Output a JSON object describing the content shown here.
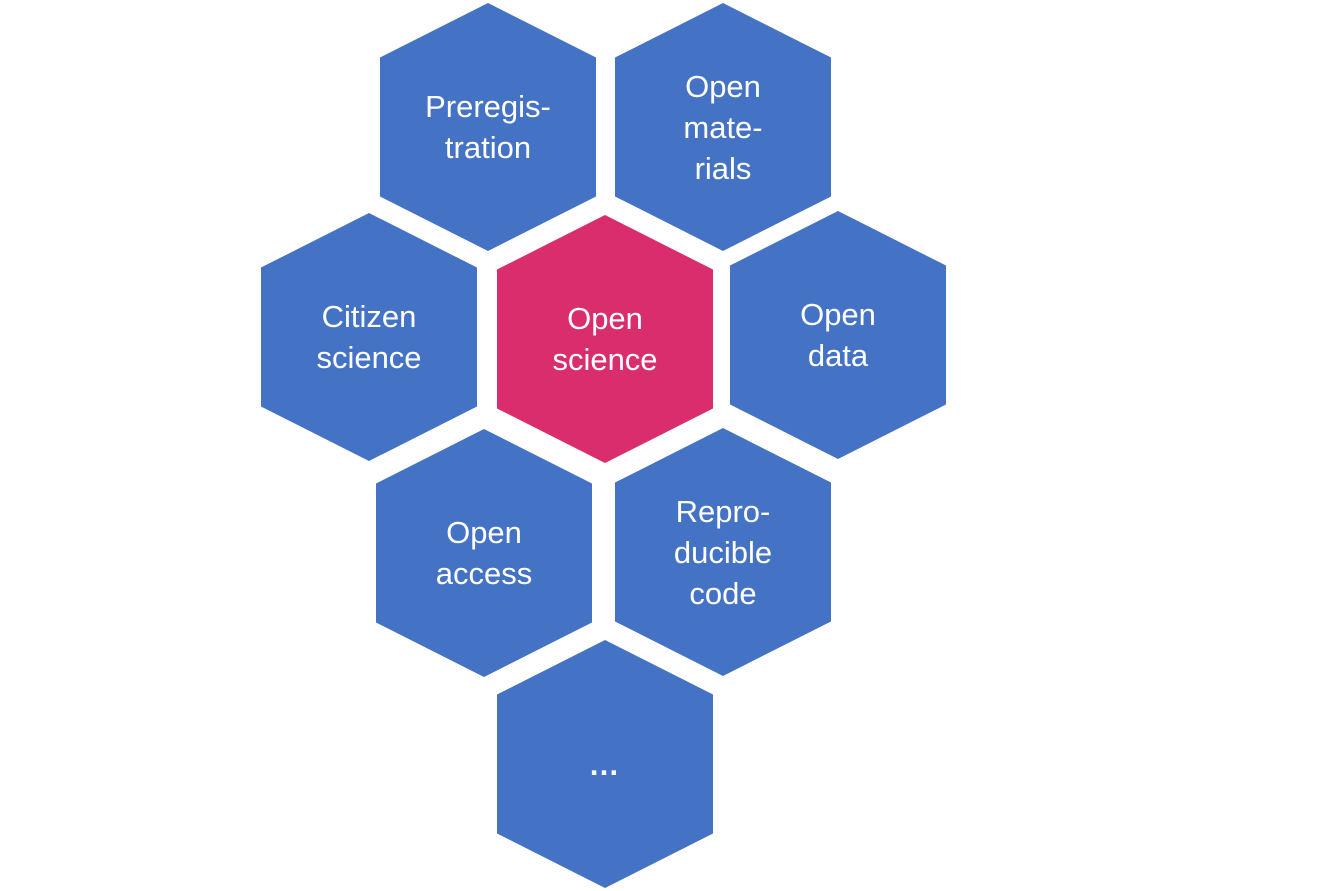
{
  "diagram": {
    "colors": {
      "satellite": "#4472c4",
      "center": "#d92d6e",
      "text": "#ffffff"
    },
    "center": {
      "lines": [
        "Open",
        "science"
      ]
    },
    "satellites": [
      {
        "id": "preregistration",
        "lines": [
          "Preregis-",
          "tration"
        ]
      },
      {
        "id": "open-materials",
        "lines": [
          "Open",
          "mate-",
          "rials"
        ]
      },
      {
        "id": "citizen-science",
        "lines": [
          "Citizen",
          "science"
        ]
      },
      {
        "id": "open-data",
        "lines": [
          "Open",
          "data"
        ]
      },
      {
        "id": "open-access",
        "lines": [
          "Open",
          "access"
        ]
      },
      {
        "id": "reproducible-code",
        "lines": [
          "Repro-",
          "ducible",
          "code"
        ]
      },
      {
        "id": "more",
        "lines": [
          "…"
        ]
      }
    ]
  }
}
